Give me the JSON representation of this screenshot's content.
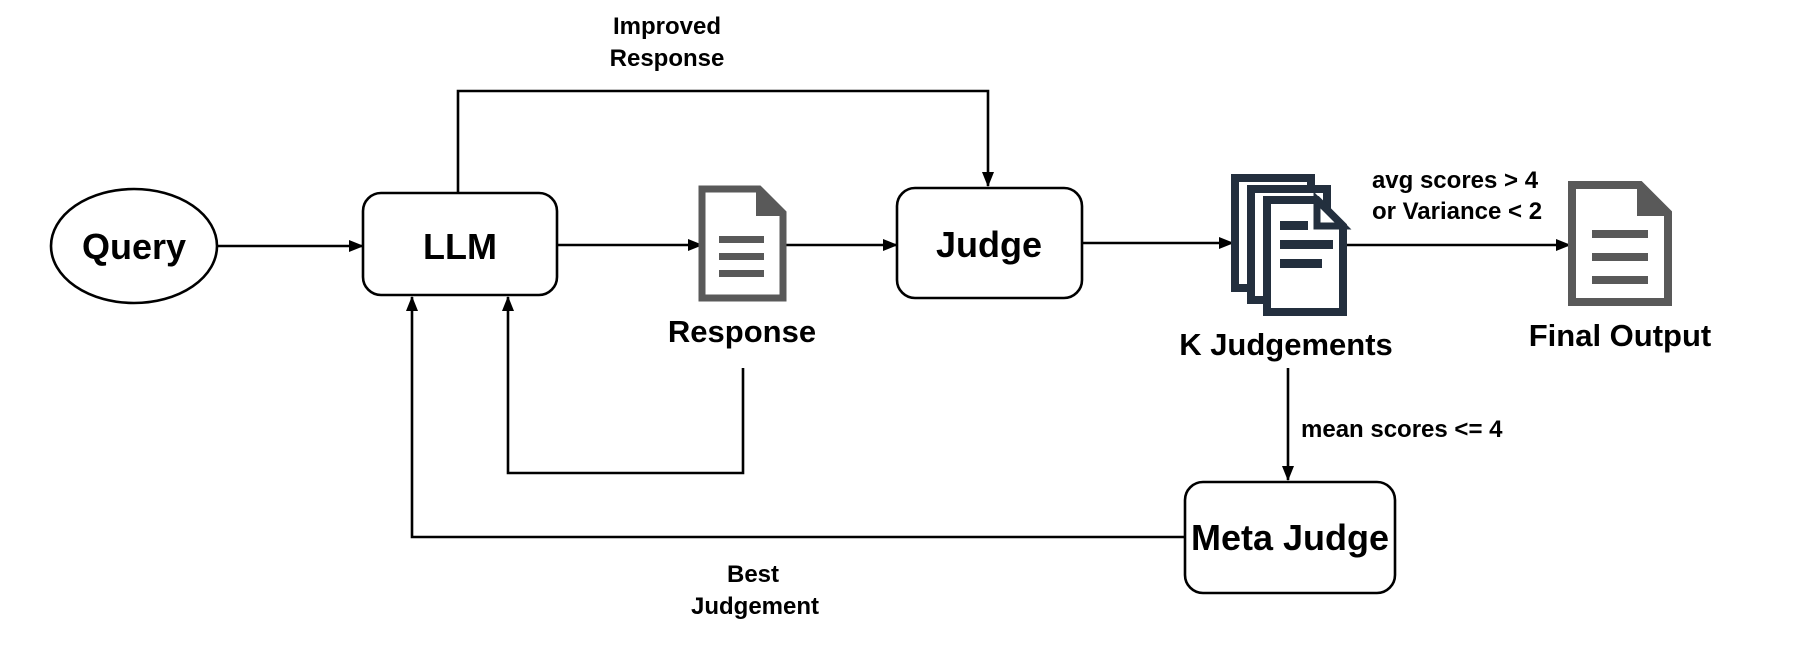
{
  "diagram": {
    "title_implicit": "LLM self-improvement judging loop",
    "colors": {
      "background": "#ffffff",
      "line": "#000000",
      "text": "#000000",
      "document_icon_gray": "#595959",
      "document_stack_dark": "#232f3e"
    },
    "nodes": {
      "query": {
        "label": "Query",
        "shape": "ellipse"
      },
      "llm": {
        "label": "LLM",
        "shape": "rounded-rectangle"
      },
      "response": {
        "label": "Response",
        "shape": "document-icon"
      },
      "judge": {
        "label": "Judge",
        "shape": "rounded-rectangle"
      },
      "k_judgements": {
        "label": "K Judgements",
        "shape": "document-stack-icon"
      },
      "final_output": {
        "label": "Final Output",
        "shape": "document-icon"
      },
      "meta_judge": {
        "label": "Meta Judge",
        "shape": "rounded-rectangle"
      }
    },
    "edge_labels": {
      "improved_response": {
        "line1": "Improved",
        "line2": "Response"
      },
      "accept_condition": {
        "line1": "avg scores > 4",
        "line2": "or Variance < 2"
      },
      "mean_scores": {
        "line1": "mean scores <= 4"
      },
      "best_judgement": {
        "line1": "Best",
        "line2": "Judgement"
      }
    }
  }
}
